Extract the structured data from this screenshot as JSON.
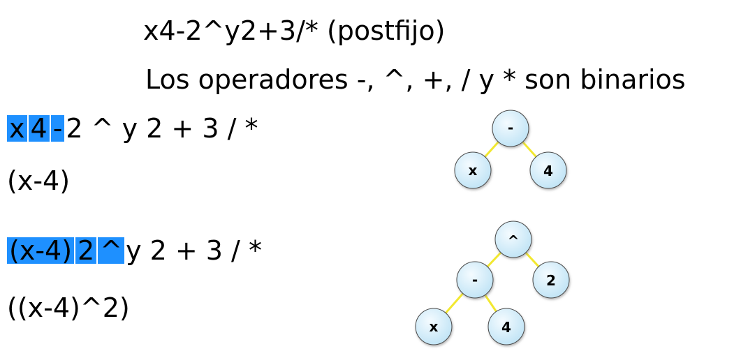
{
  "title": "x4-2^y2+3/* (postfijo)",
  "subtitle": "Los operadores -, ^, +, / y * son binarios",
  "row1": {
    "highlighted": [
      "x",
      "4",
      "-"
    ],
    "rest": "2 ^ y 2 + 3 / *",
    "expression": "(x-4)"
  },
  "row2": {
    "highlighted": [
      "(x-4)",
      "2",
      "^"
    ],
    "rest": "y 2 + 3 / *",
    "expression": "((x-4)^2)"
  },
  "tree1": {
    "root": "-",
    "left": "x",
    "right": "4"
  },
  "tree2": {
    "root": "^",
    "left": "-",
    "right": "2",
    "left_left": "x",
    "left_right": "4"
  },
  "colors": {
    "highlight": "#1e90ff",
    "node_fill": "#d8eef9",
    "edge": "#f2e830"
  }
}
